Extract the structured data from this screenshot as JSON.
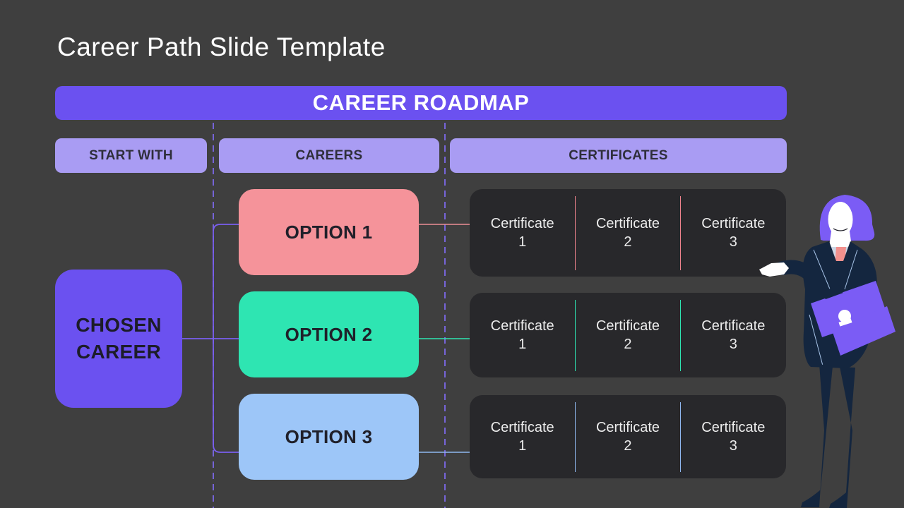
{
  "slide": {
    "title": "Career Path Slide Template",
    "banner": "CAREER ROADMAP",
    "columns": [
      {
        "label": "START WITH"
      },
      {
        "label": "CAREERS"
      },
      {
        "label": "CERTIFICATES"
      }
    ],
    "chosen": {
      "line1": "CHOSEN",
      "line2": "CAREER"
    },
    "options": [
      {
        "label": "OPTION 1",
        "color": "#f5939a"
      },
      {
        "label": "OPTION 2",
        "color": "#2ee5b2"
      },
      {
        "label": "OPTION 3",
        "color": "#9dc6f8"
      }
    ],
    "cert_rows": [
      {
        "cells": [
          {
            "title": "Certificate",
            "number": "1"
          },
          {
            "title": "Certificate",
            "number": "2"
          },
          {
            "title": "Certificate",
            "number": "3"
          }
        ]
      },
      {
        "cells": [
          {
            "title": "Certificate",
            "number": "1"
          },
          {
            "title": "Certificate",
            "number": "2"
          },
          {
            "title": "Certificate",
            "number": "3"
          }
        ]
      },
      {
        "cells": [
          {
            "title": "Certificate",
            "number": "1"
          },
          {
            "title": "Certificate",
            "number": "2"
          },
          {
            "title": "Certificate",
            "number": "3"
          }
        ]
      }
    ],
    "colors": {
      "background": "#3f3f3f",
      "accent_purple": "#6b51f0",
      "light_purple_header": "#a99cf3",
      "dashed_guide": "#7d68ea",
      "cert_box_dark": "#28282b",
      "option1_pink": "#f5939a",
      "option2_teal": "#2ee5b2",
      "option3_blue": "#9dc6f8"
    },
    "illustration": {
      "name": "businesswoman-holding-folder"
    }
  }
}
